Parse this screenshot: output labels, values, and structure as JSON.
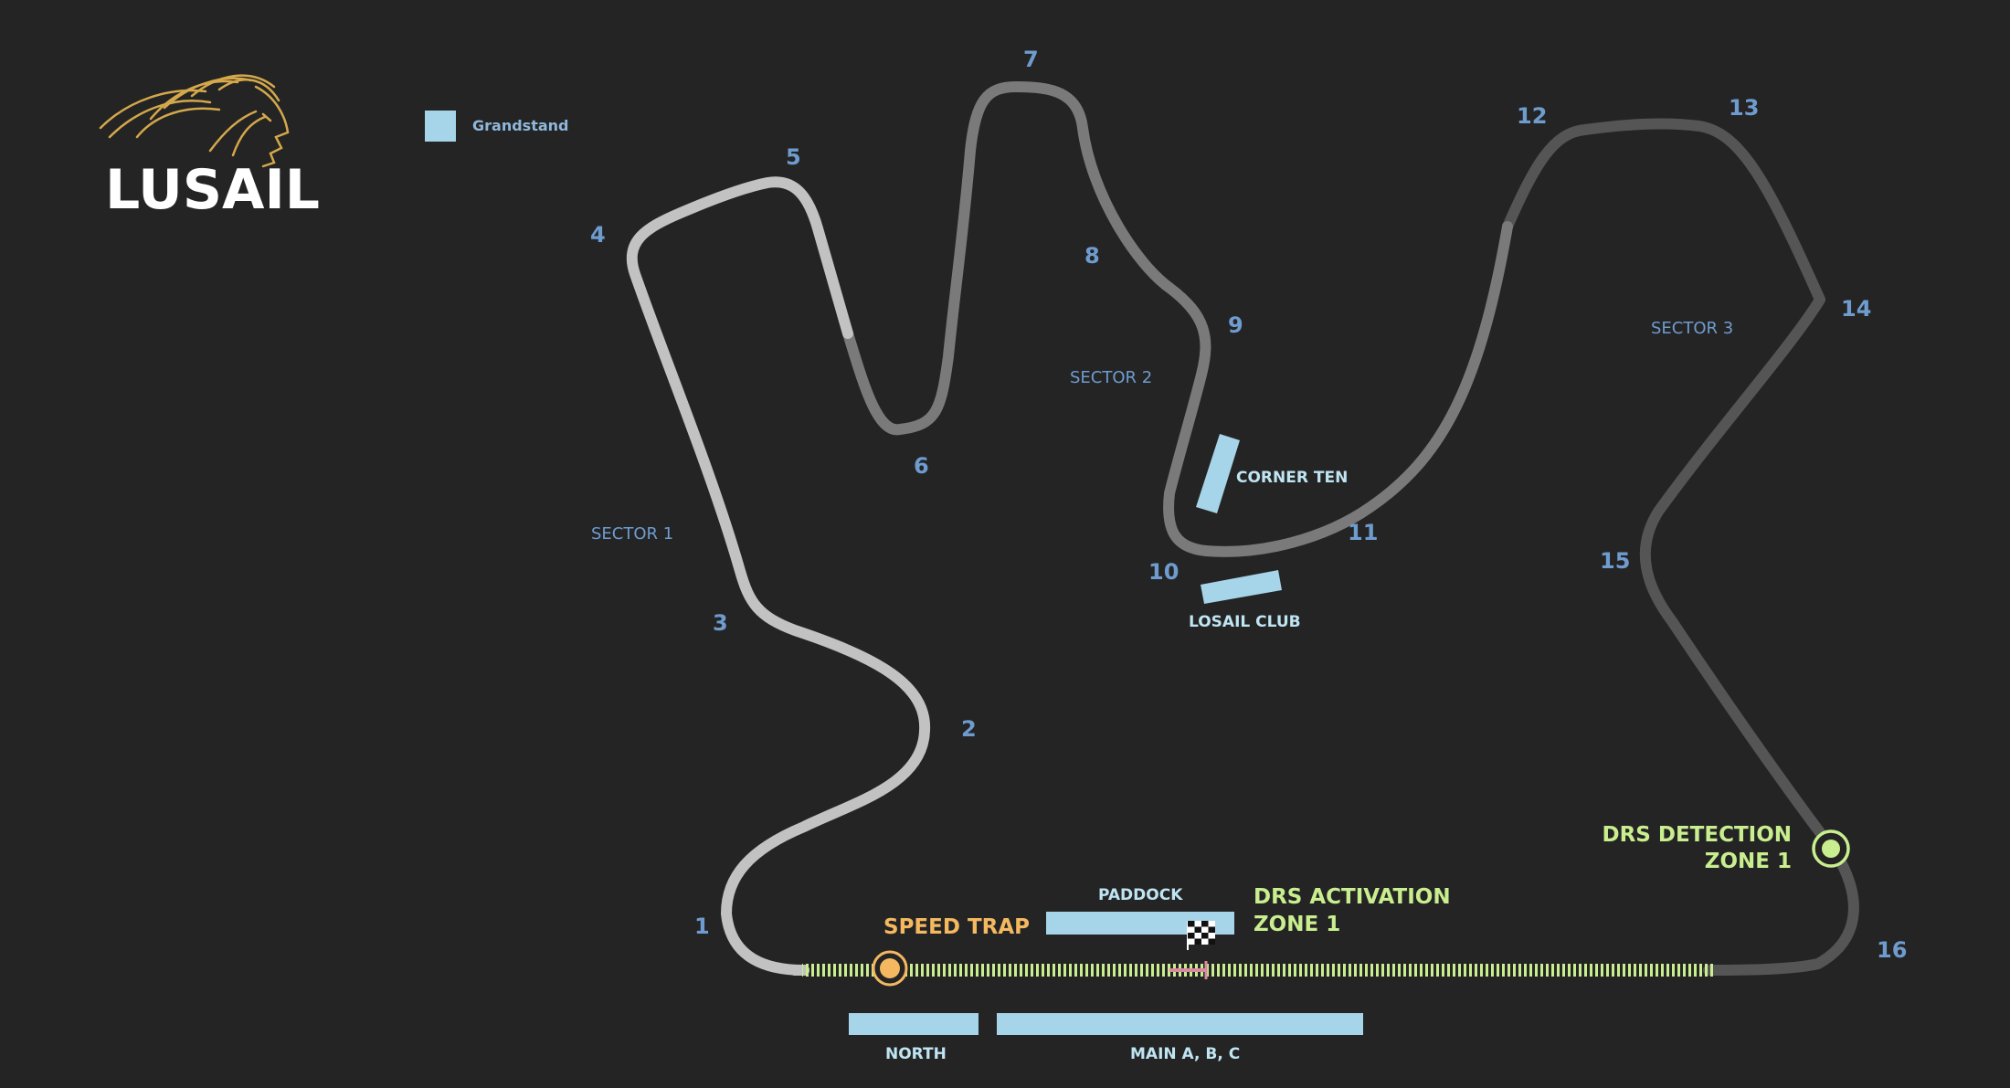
{
  "logo": {
    "text": "LUSAIL",
    "icon": "lion-head-icon"
  },
  "legend": {
    "label": "Grandstand",
    "color": "#a6d4e8"
  },
  "sectors": [
    "SECTOR 1",
    "SECTOR 2",
    "SECTOR 3"
  ],
  "turns": [
    "1",
    "2",
    "3",
    "4",
    "5",
    "6",
    "7",
    "8",
    "9",
    "10",
    "11",
    "12",
    "13",
    "14",
    "15",
    "16"
  ],
  "grandstands": {
    "corner_ten": "CORNER TEN",
    "losail_club": "LOSAIL CLUB",
    "paddock": "PADDOCK",
    "north": "NORTH",
    "main": "MAIN A, B, C"
  },
  "features": {
    "speed_trap": "SPEED TRAP",
    "drs_detection_line1": "DRS DETECTION",
    "drs_detection_line2": "ZONE 1",
    "drs_activation_line1": "DRS ACTIVATION",
    "drs_activation_line2": "ZONE 1",
    "finish_icon": "checkered-flag-icon"
  },
  "colors": {
    "background": "#242424",
    "sector1": "#c2c2c2",
    "sector2": "#7a7a7a",
    "sector3": "#555555",
    "drs": "#c9ee8f",
    "speed_trap": "#f4b860",
    "labels": "#6f9ccf",
    "grandstand": "#a6d4e8"
  }
}
